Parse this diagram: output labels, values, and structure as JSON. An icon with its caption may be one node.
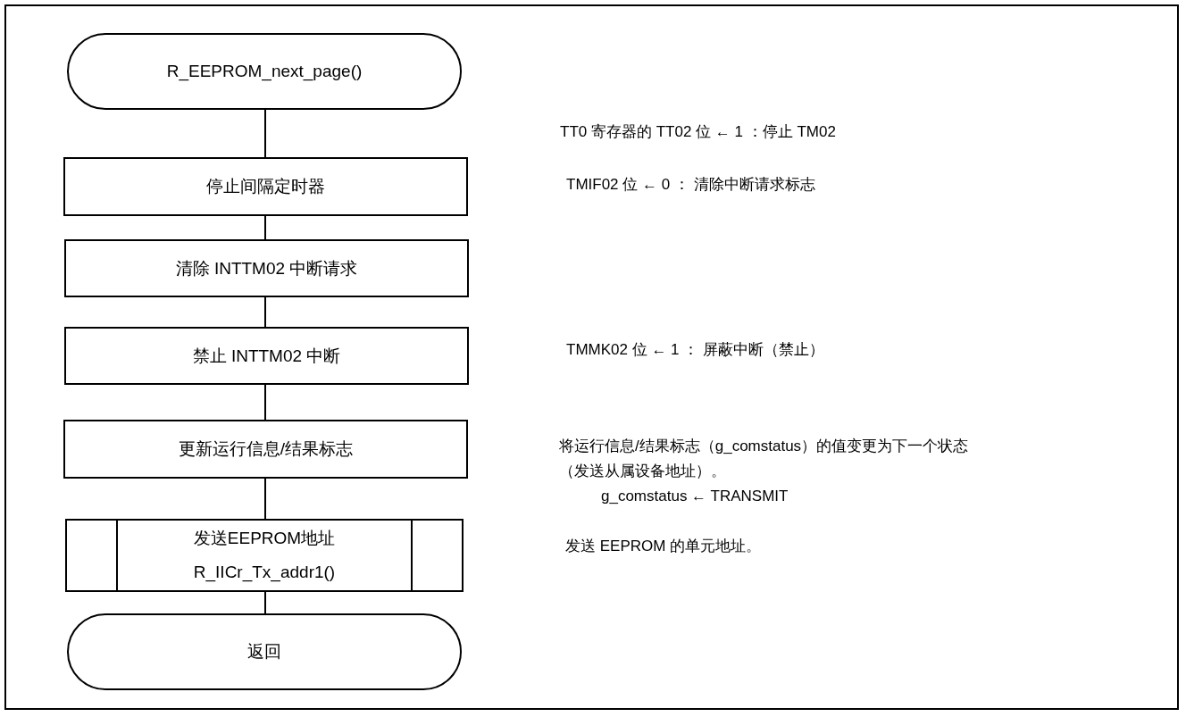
{
  "diagram": {
    "nodes": [
      {
        "text": [
          "R_EEPROM_next_page()"
        ]
      },
      {
        "text": [
          "停止间隔定时器"
        ]
      },
      {
        "text": [
          "清除 INTTM02 中断请求"
        ]
      },
      {
        "text": [
          "禁止 INTTM02 中断"
        ]
      },
      {
        "text": [
          "更新运行信息/结果标志"
        ]
      },
      {
        "text": [
          "发送EEPROM地址",
          "R_IICr_Tx_addr1()"
        ]
      },
      {
        "text": [
          "返回"
        ]
      }
    ],
    "edges": [
      {
        "from": 0,
        "to": 1,
        "arrow": "none"
      },
      {
        "from": 1,
        "to": 2,
        "arrow": "none"
      },
      {
        "from": 2,
        "to": 3,
        "arrow": "none"
      },
      {
        "from": 3,
        "to": 4,
        "arrow": "none"
      },
      {
        "from": 4,
        "to": 5,
        "arrow": "none"
      },
      {
        "from": 5,
        "to": 6,
        "arrow": "none"
      }
    ],
    "labels": [
      "TT0 寄存器的 TT02 位 ← 1 ：停止 TM02",
      "TMIF02 位 ← 0 ： 清除中断请求标志",
      "TMMK02 位 ← 1 ： 屏蔽中断（禁止）",
      "将运行信息/结果标志（g_comstatus）的值变更为下一个状态（发送从属设备地址）。",
      "g_comstatus ← TRANSMIT",
      "发送 EEPROM 的单元地址。"
    ]
  }
}
